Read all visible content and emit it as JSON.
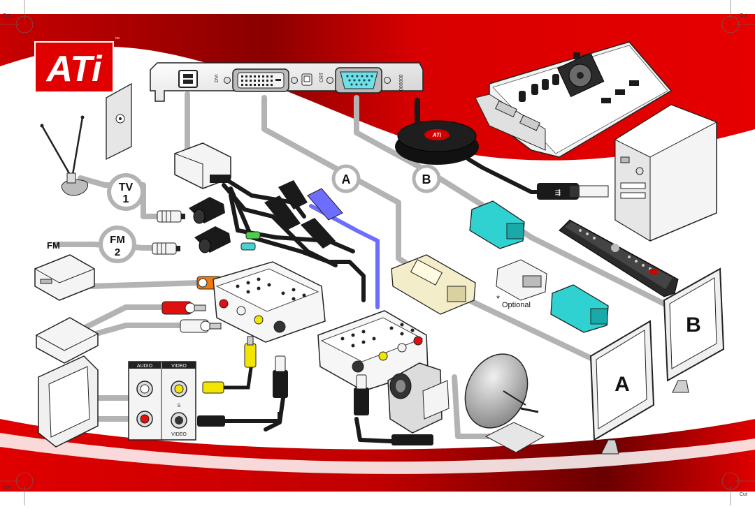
{
  "brand": {
    "logo_text": "ATi",
    "trademark": "™",
    "red": "#e00000",
    "dark_red": "#7a0000"
  },
  "crop_marks": {
    "top_left": "Cut",
    "top_right": "Cut",
    "bottom_left": "Cut",
    "bottom_right": "Cut"
  },
  "card_bracket": {
    "dvi_label": "DVI",
    "vga_label": "CRT",
    "port_code": "000000"
  },
  "labels": {
    "tv1_line1": "TV",
    "tv1_line2": "1",
    "fm_side": "FM",
    "fm2_line1": "FM",
    "fm2_line2": "2",
    "connector_a": "A",
    "connector_b": "B",
    "optional": "Optional",
    "optional_star": "*",
    "monitor_a": "A",
    "monitor_b": "B"
  },
  "tv_panel": {
    "audio_label": "AUDIO",
    "video_label": "VIDEO",
    "s_label": "S",
    "s_video_label": "VIDEO"
  },
  "colors": {
    "cable_gray": "#b3b3b3",
    "cable_black": "#1a1a1a",
    "svideo_blue": "#6d6dff",
    "vga_cyan": "#2fd1d1",
    "dvi_cream": "#f3eec9",
    "rca_red": "#e01010",
    "rca_white": "#f4f4f4",
    "rca_yellow": "#f2e600",
    "rca_orange": "#f07a10",
    "rca_green": "#4ad14a"
  }
}
